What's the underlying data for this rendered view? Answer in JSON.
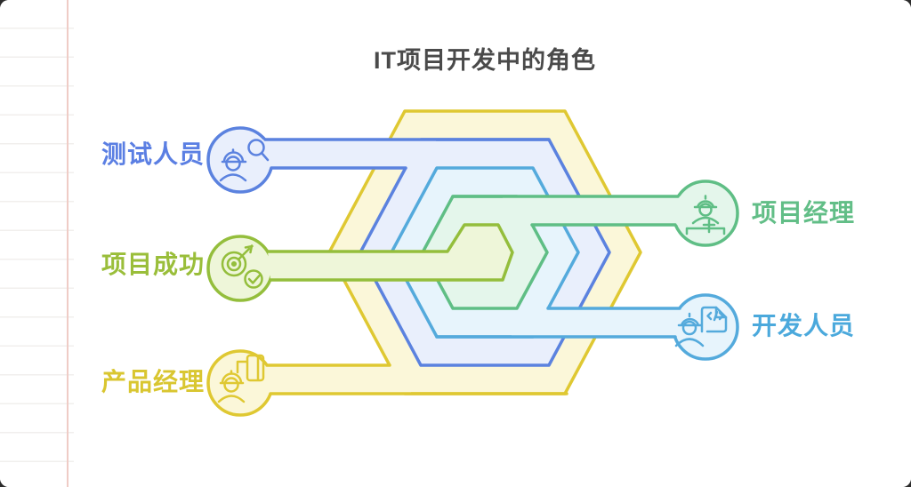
{
  "title": "IT项目开发中的角色",
  "diagram": {
    "center_theme": "nested hexagons",
    "nodes": [
      {
        "id": "tester",
        "label": "测试人员",
        "icon": "tester-magnifier-icon",
        "text_color": "#5B7FE3",
        "stroke": "#5B82DF",
        "fill": "#E9EFFC",
        "side": "left"
      },
      {
        "id": "success",
        "label": "项目成功",
        "icon": "target-check-icon",
        "text_color": "#9ABE3A",
        "stroke": "#94BE3C",
        "fill": "#EEF6D9",
        "side": "left"
      },
      {
        "id": "product-manager",
        "label": "产品经理",
        "icon": "blueprint-engineer-icon",
        "text_color": "#D9C630",
        "stroke": "#DFC832",
        "fill": "#FBF7D9",
        "side": "left"
      },
      {
        "id": "project-manager",
        "label": "项目经理",
        "icon": "engineer-icon",
        "text_color": "#62BE87",
        "stroke": "#5FBE85",
        "fill": "#E4F6EB",
        "side": "right"
      },
      {
        "id": "developer",
        "label": "开发人员",
        "icon": "code-document-icon",
        "text_color": "#4BA9DC",
        "stroke": "#54AADC",
        "fill": "#E7F4FC",
        "side": "right"
      }
    ]
  },
  "background": {
    "paper_rule_color": "#F1EFED",
    "margin_line_color": "#EFCCC6",
    "title_color": "#4A4A4A"
  }
}
